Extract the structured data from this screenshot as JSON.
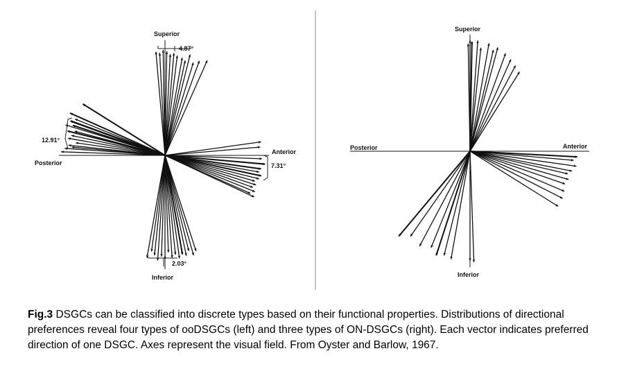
{
  "figure": {
    "left_panel": {
      "labels": {
        "superior": "Superior",
        "inferior": "Inferior",
        "anterior": "Anterior",
        "posterior": "Posterior"
      },
      "angles": {
        "superior": "4.87°",
        "posterior": "12.91°",
        "anterior": "7.31°",
        "inferior": "2.03°"
      }
    },
    "right_panel": {
      "labels": {
        "superior": "Superior",
        "inferior": "Inferior",
        "anterior": "Anterior",
        "posterior": "Posterior"
      }
    }
  },
  "caption": {
    "label": "Fig.3",
    "text": " DSGCs can be classified into discrete types based on their functional properties. Distributions of directional preferences reveal four types of ooDSGCs (left) and three types of ON-DSGCs (right). Each vector indicates preferred direction of one DSGC. Axes represent the visual field. From Oyster and Barlow, 1967."
  }
}
